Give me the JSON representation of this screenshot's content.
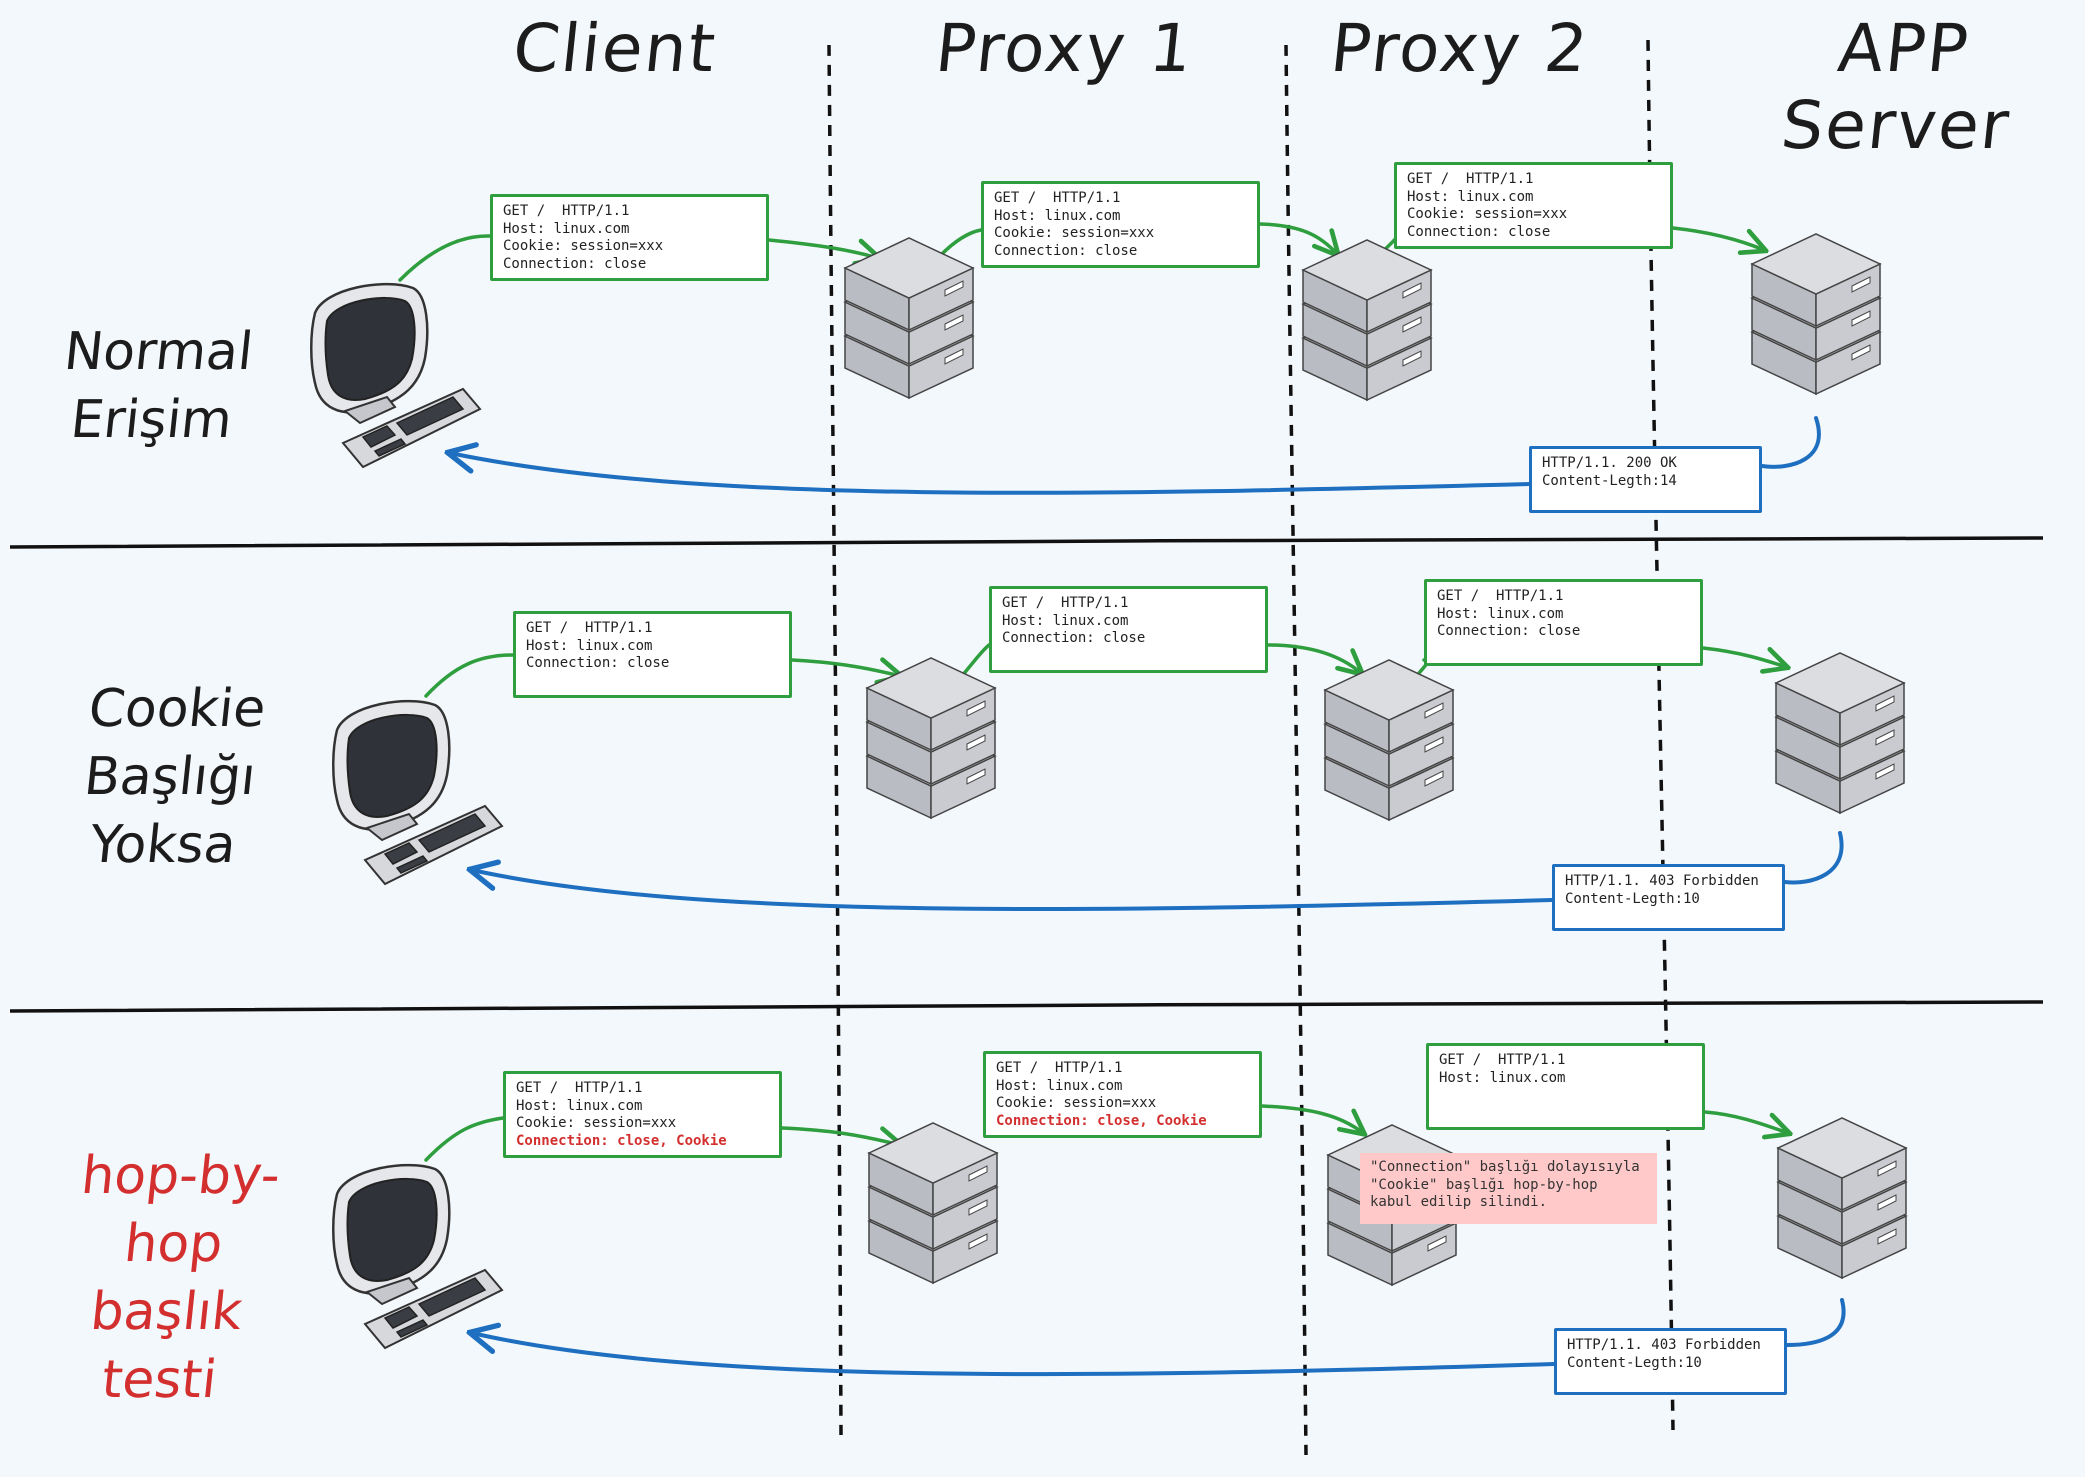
{
  "headers": {
    "client": "Client",
    "proxy1": "Proxy 1",
    "proxy2": "Proxy 2",
    "app": "APP Server"
  },
  "rows": [
    {
      "label": "Normal\nErişim",
      "requests": [
        [
          "GET /  HTTP/1.1",
          "Host: linux.com",
          "Cookie: session=xxx",
          "Connection: close"
        ],
        [
          "GET /  HTTP/1.1",
          "Host: linux.com",
          "Cookie: session=xxx",
          "Connection: close"
        ],
        [
          "GET /  HTTP/1.1",
          "Host: linux.com",
          "Cookie: session=xxx",
          "Connection: close"
        ]
      ],
      "response": [
        "HTTP/1.1. 200 OK",
        "Content-Legth:14"
      ]
    },
    {
      "label": "Cookie\nBaşlığı\nYoksa",
      "requests": [
        [
          "GET /  HTTP/1.1",
          "Host: linux.com",
          "Connection: close"
        ],
        [
          "GET /  HTTP/1.1",
          "Host: linux.com",
          "Connection: close"
        ],
        [
          "GET /  HTTP/1.1",
          "Host: linux.com",
          "Connection: close"
        ]
      ],
      "response": [
        "HTTP/1.1. 403 Forbidden",
        "Content-Legth:10"
      ]
    },
    {
      "label": "hop-by-hop\nbaşlık\ntesti",
      "requests": [
        [
          "GET /  HTTP/1.1",
          "Host: linux.com",
          "Cookie: session=xxx"
        ],
        [
          "GET /  HTTP/1.1",
          "Host: linux.com",
          "Cookie: session=xxx"
        ],
        [
          "GET /  HTTP/1.1",
          "Host: linux.com"
        ]
      ],
      "highlight": "Connection: close, Cookie",
      "note": [
        "\"Connection\" başlığı dolayısıyla",
        "\"Cookie\" başlığı hop-by-hop",
        "kabul edilip silindi."
      ],
      "response": [
        "HTTP/1.1. 403 Forbidden",
        "Content-Legth:10"
      ]
    }
  ],
  "colors": {
    "request": "#2e9e3e",
    "response": "#1f6fc0",
    "highlight": "#d32f2f",
    "note_bg": "#ffc9c9"
  }
}
